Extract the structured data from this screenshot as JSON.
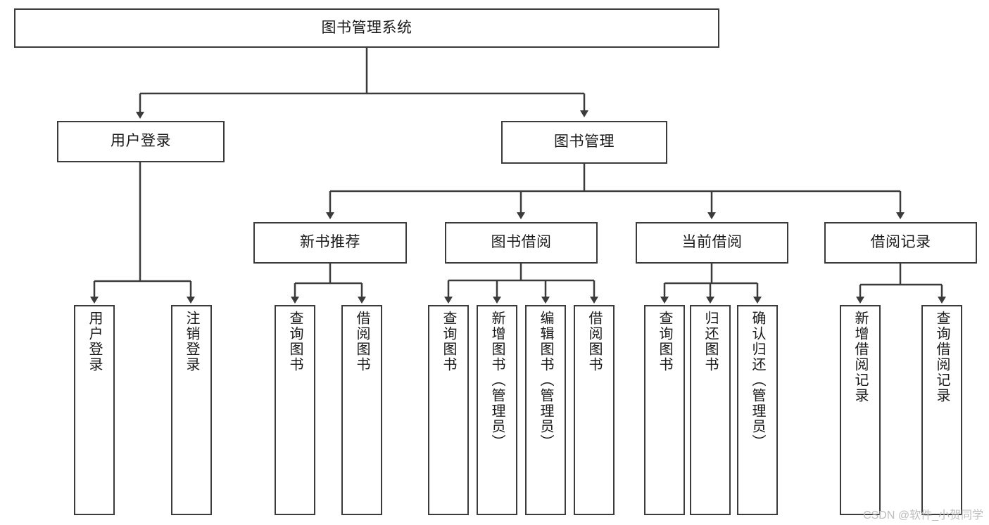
{
  "diagram": {
    "type": "tree",
    "title": "图书管理系统",
    "watermark": "CSDN @软件_小贺同学",
    "colors": {
      "border": "#3b3b3b",
      "background": "#ffffff",
      "text": "#1a1a1a",
      "watermark": "#bdbdbd"
    },
    "nodes": {
      "root": {
        "label": "图书管理系统"
      },
      "level2": [
        {
          "label": "用户登录"
        },
        {
          "label": "图书管理"
        }
      ],
      "level3": [
        {
          "label": "新书推荐"
        },
        {
          "label": "图书借阅"
        },
        {
          "label": "当前借阅"
        },
        {
          "label": "借阅记录"
        }
      ],
      "leaves": {
        "user_login": [
          {
            "label": "用户登录"
          },
          {
            "label": "注销登录"
          }
        ],
        "new_book_recommend": [
          {
            "label": "查询图书"
          },
          {
            "label": "借阅图书"
          }
        ],
        "book_borrow": [
          {
            "label": "查询图书"
          },
          {
            "label": "新增图书（管理员）"
          },
          {
            "label": "编辑图书（管理员）"
          },
          {
            "label": "借阅图书"
          }
        ],
        "current_borrow": [
          {
            "label": "查询图书"
          },
          {
            "label": "归还图书"
          },
          {
            "label": "确认归还（管理员）"
          }
        ],
        "borrow_record": [
          {
            "label": "新增借阅记录"
          },
          {
            "label": "查询借阅记录"
          }
        ]
      }
    }
  }
}
